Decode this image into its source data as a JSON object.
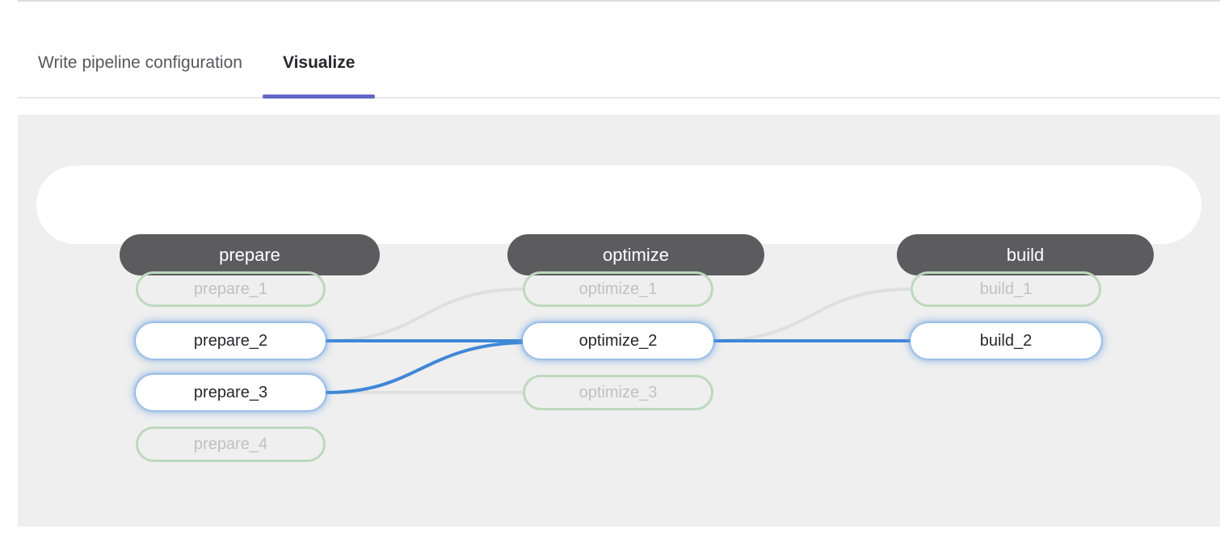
{
  "tabs": [
    {
      "label": "Write pipeline configuration",
      "active": false
    },
    {
      "label": "Visualize",
      "active": true
    }
  ],
  "pipeline": {
    "stages": [
      {
        "name": "prepare",
        "jobs": [
          {
            "name": "prepare_1",
            "state": "dimmed"
          },
          {
            "name": "prepare_2",
            "state": "highlighted"
          },
          {
            "name": "prepare_3",
            "state": "highlighted"
          },
          {
            "name": "prepare_4",
            "state": "dimmed"
          }
        ]
      },
      {
        "name": "optimize",
        "jobs": [
          {
            "name": "optimize_1",
            "state": "dimmed"
          },
          {
            "name": "optimize_2",
            "state": "highlighted"
          },
          {
            "name": "optimize_3",
            "state": "dimmed"
          }
        ]
      },
      {
        "name": "build",
        "jobs": [
          {
            "name": "build_1",
            "state": "dimmed"
          },
          {
            "name": "build_2",
            "state": "highlighted"
          }
        ]
      }
    ],
    "links": [
      {
        "from": "prepare_2",
        "to": "optimize_1",
        "state": "dimmed"
      },
      {
        "from": "prepare_3",
        "to": "optimize_3",
        "state": "dimmed"
      },
      {
        "from": "optimize_2",
        "to": "build_1",
        "state": "dimmed"
      },
      {
        "from": "prepare_2",
        "to": "optimize_2",
        "state": "highlighted"
      },
      {
        "from": "prepare_3",
        "to": "optimize_2",
        "state": "highlighted"
      },
      {
        "from": "optimize_2",
        "to": "build_2",
        "state": "highlighted"
      }
    ]
  },
  "colors": {
    "tab_indicator": "#6666c4",
    "tab_inactive_text": "#57575c",
    "tab_active_text": "#28272d",
    "panel_background": "#efefef",
    "stage_banner_background": "#ffffff",
    "stage_pill_background": "#5c5c5e",
    "stage_pill_text": "#ffffff",
    "job_dimmed_border": "#bcd9bd",
    "job_dimmed_text": "#c2c1c1",
    "job_highlighted_background": "#ffffff",
    "job_highlight_glow": "#68a0e0",
    "link_dimmed": "#dfdfdf",
    "link_highlighted": "#3f87d6"
  }
}
